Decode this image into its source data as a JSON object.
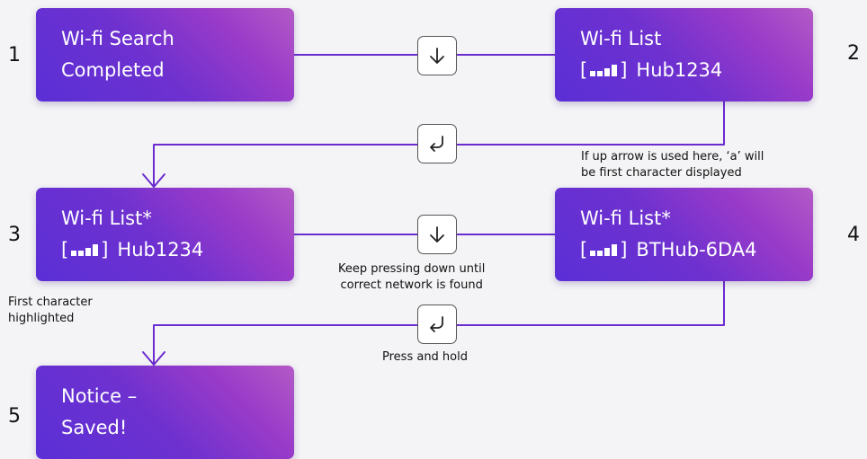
{
  "steps": [
    {
      "number": "1",
      "line1": "Wi-fi Search",
      "line2": "Completed",
      "signal": false
    },
    {
      "number": "2",
      "line1": "Wi-fi List",
      "line2": "Hub1234",
      "signal": true
    },
    {
      "number": "3",
      "line1": "Wi-fi List*",
      "line2": "Hub1234",
      "signal": true
    },
    {
      "number": "4",
      "line1": "Wi-fi List*",
      "line2": "BTHub-6DA4",
      "signal": true
    },
    {
      "number": "5",
      "line1": "Notice –",
      "line2": "Saved!",
      "signal": false
    }
  ],
  "signal": {
    "open": "[",
    "close": "]",
    "levels": [
      0.45,
      0.45,
      0.7,
      1.0
    ]
  },
  "keys": [
    {
      "icon": "down-arrow-icon"
    },
    {
      "icon": "enter-key-icon"
    },
    {
      "icon": "down-arrow-icon"
    },
    {
      "icon": "enter-key-icon"
    }
  ],
  "notes": {
    "up_arrow": [
      "If up arrow is used here, ‘a’ will",
      "be first character displayed"
    ],
    "keep_pressing": [
      "Keep pressing down until",
      "correct network is found"
    ],
    "first_char": [
      "First character",
      "highlighted"
    ],
    "press_hold": "Press and hold"
  },
  "colors": {
    "connector": "#6a2bd0",
    "box_start": "#5a2fd6",
    "box_end": "#b45ac6"
  }
}
